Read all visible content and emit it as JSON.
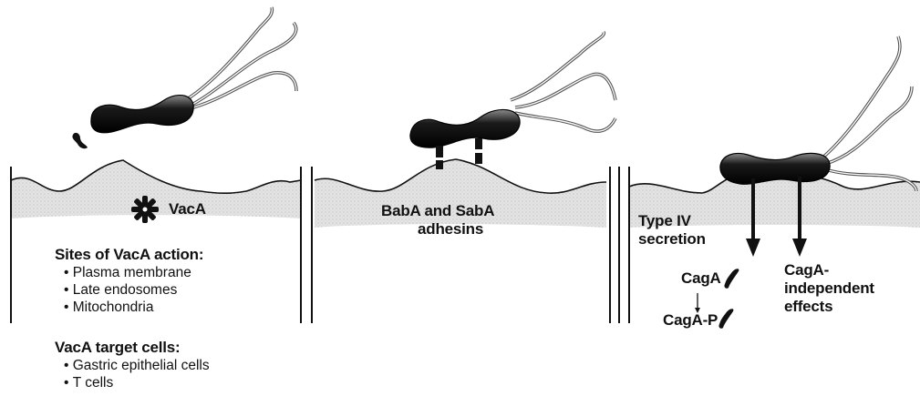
{
  "panel1": {
    "vaca_label": "VacA",
    "sites_heading": "Sites of VacA action:",
    "sites": [
      "Plasma membrane",
      "Late endosomes",
      "Mitochondria"
    ],
    "targets_heading": "VacA target cells:",
    "targets": [
      "Gastric epithelial cells",
      "T cells"
    ]
  },
  "panel2": {
    "adhesins_line1": "BabA and SabA",
    "adhesins_line2": "adhesins"
  },
  "panel3": {
    "secretion_line1": "Type IV",
    "secretion_line2": "secretion",
    "caga": "CagA",
    "caga_p": "CagA-P",
    "independent_line1": "CagA-",
    "independent_line2": "independent",
    "independent_line3": "effects"
  },
  "colors": {
    "ink": "#111111",
    "tissue": "#d9d9d9",
    "flagella": "#555555"
  }
}
